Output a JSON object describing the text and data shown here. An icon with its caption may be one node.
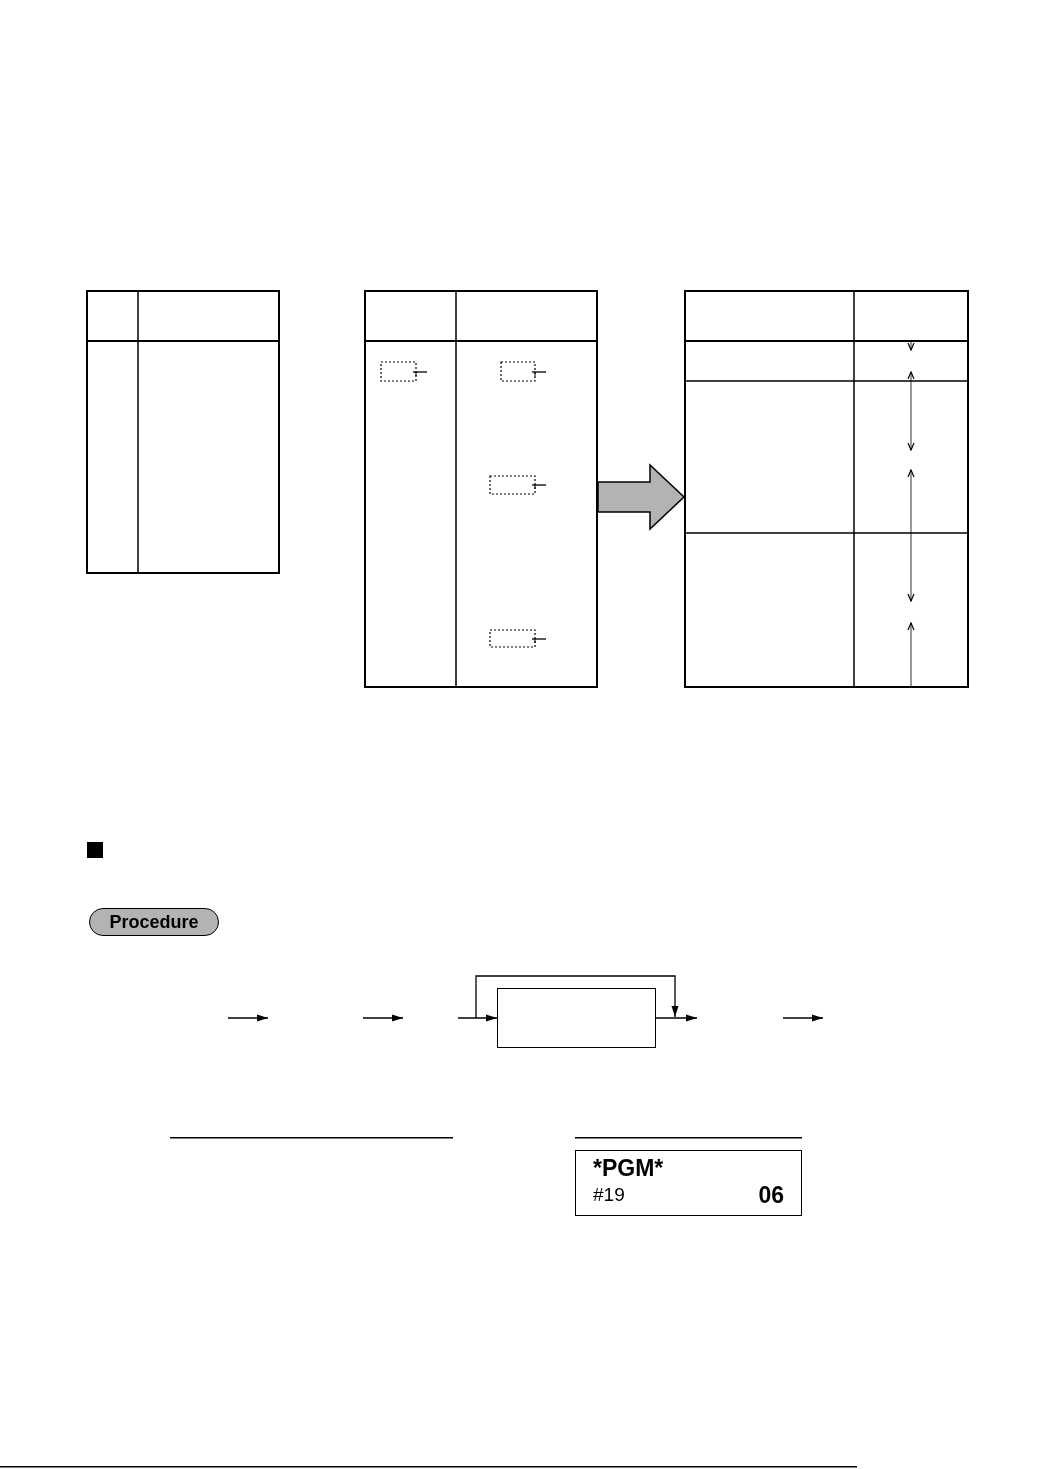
{
  "diagram": {
    "nodes": [
      {
        "text": [],
        "shape": "table"
      },
      {
        "text": [],
        "shape": "table"
      },
      {
        "text": [],
        "shape": "table"
      },
      {
        "text": [
          "Procedure"
        ]
      },
      {
        "text": [],
        "shape": "box"
      },
      {
        "text": [
          "*PGM*",
          "#19",
          "06"
        ]
      }
    ],
    "edges": [
      {
        "from": 1,
        "to": 2,
        "arrow": "to",
        "style": "thick",
        "color": "#b3b3b3"
      },
      {
        "from": null,
        "to": 4,
        "arrow": "to"
      },
      {
        "from": 4,
        "to": null,
        "arrow": "to"
      }
    ]
  }
}
